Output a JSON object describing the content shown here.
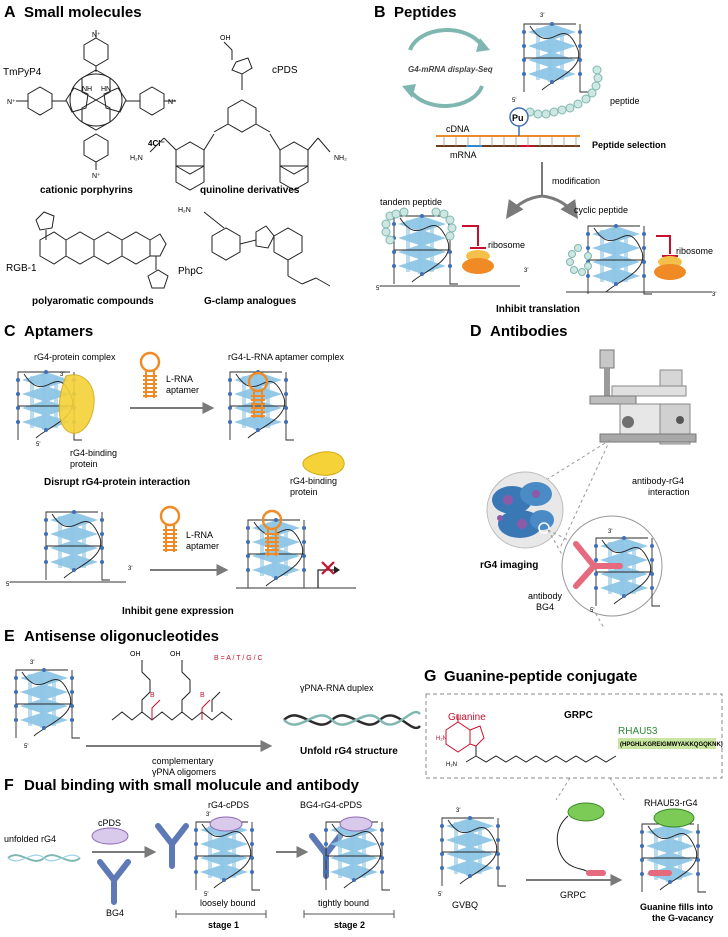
{
  "panels": {
    "a": {
      "letter": "A",
      "title": "Small molecules",
      "compounds": {
        "tmpyp4": "TmPyP4",
        "counterion": "4Cl⁻",
        "cpds": "cPDS",
        "rgb1": "RGB-1",
        "phpc": "PhpC"
      },
      "classes": {
        "porphyrins": "cationic porphyrins",
        "quinoline": "quinoline derivatives",
        "polyaromatic": "polyaromatic compounds",
        "gclamp": "G-clamp analogues"
      },
      "atoms": {
        "nh": "NH",
        "hn": "HN",
        "n": "N",
        "n_plus": "N⁺",
        "nh2": "NH₂",
        "h2n": "H₂N",
        "oh": "OH",
        "h_n": "H"
      }
    },
    "b": {
      "letter": "B",
      "title": "Peptides",
      "method": "G4-mRNA display-Seq",
      "peptide": "peptide",
      "pu": "Pu",
      "cdna": "cDNA",
      "mrna": "mRNA",
      "selection": "Peptide selection",
      "modification": "modification",
      "tandem": "tandem peptide",
      "cyclic": "cyclic peptide",
      "ribosome": "ribosome",
      "inhibit": "Inhibit translation"
    },
    "c": {
      "letter": "C",
      "title": "Aptamers",
      "complex1": "rG4-protein complex",
      "complex2": "rG4-L-RNA aptamer complex",
      "aptamer_line1": "L-RNA",
      "aptamer_line2": "aptamer",
      "binding_line1": "rG4-binding",
      "binding_line2": "protein",
      "disrupt": "Disrupt rG4-protein interaction",
      "inhibit": "Inhibit gene expression"
    },
    "d": {
      "letter": "D",
      "title": "Antibodies",
      "imaging": "rG4 imaging",
      "interaction_line1": "antibody-rG4",
      "interaction_line2": "interaction",
      "antibody_line1": "antibody",
      "antibody_line2": "BG4"
    },
    "e": {
      "letter": "E",
      "title": "Antisense oligonucleotides",
      "base_set": "B = A / T / G / C",
      "base": "B",
      "duplex": "γPNA-RNA duplex",
      "oligo_line1": "complementary",
      "oligo_line2": "γPNA oligomers",
      "unfold": "Unfold rG4 structure"
    },
    "f": {
      "letter": "F",
      "title": "Dual binding with small molucule and antibody",
      "unfolded": "unfolded rG4",
      "cpds": "cPDS",
      "bg4": "BG4",
      "complex1": "rG4-cPDS",
      "complex2": "BG4-rG4-cPDS",
      "loose": "loosely bound",
      "tight": "tightly bound",
      "stage1": "stage 1",
      "stage2": "stage 2"
    },
    "g": {
      "letter": "G",
      "title": "Guanine-peptide conjugate",
      "guanine": "Guanine",
      "grpc": "GRPC",
      "rhau53": "RHAU53",
      "sequence": "(HPGHLKGREIGMWYAKKQGQKNK)",
      "complex": "RHAU53-rG4",
      "gvbq": "GVBQ",
      "fills_line1": "Guanine fills into",
      "fills_line2": "the G-vacancy"
    }
  },
  "ends": {
    "three_prime": "3'",
    "five_prime": "5'"
  },
  "colors": {
    "tetrad": "#8fc6e6",
    "node": "#3f6fb5",
    "orange": "#f08a24",
    "red": "#c8102e",
    "yellow": "#f5d238",
    "teal": "#7fb7b0",
    "antibody": "#5d79b6",
    "pink": "#e66a7d",
    "green": "#7ccb57",
    "lavender": "#d9c9ea"
  }
}
